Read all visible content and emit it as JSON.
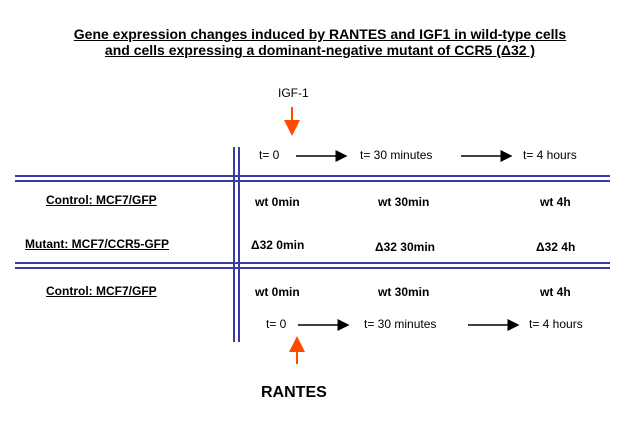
{
  "title": {
    "line1": "Gene expression changes induced by RANTES and IGF1 in wild-type cells",
    "line2": "and cells expressing a dominant-negative mutant of CCR5 (Δ32 )"
  },
  "stimuli": {
    "top": "IGF-1",
    "bottom": "RANTES"
  },
  "timeline_top": [
    "t= 0",
    "t= 30 minutes",
    "t= 4 hours"
  ],
  "timeline_bottom": [
    "t= 0",
    "t= 30 minutes",
    "t= 4 hours"
  ],
  "rows": [
    {
      "label": "Control: MCF7/GFP",
      "cells": [
        "wt 0min",
        "wt 30min",
        "wt 4h"
      ]
    },
    {
      "label": "Mutant: MCF7/CCR5-GFP",
      "cells": [
        "Δ32 0min",
        "Δ32 30min",
        "Δ32 4h"
      ]
    },
    {
      "label": "Control: MCF7/GFP",
      "cells": [
        "wt 0min",
        "wt 30min",
        "wt 4h"
      ]
    }
  ],
  "colors": {
    "grid_lines": "#3b3ba3",
    "stimulus_arrow": "#ff4a00",
    "time_arrow": "#000000"
  }
}
